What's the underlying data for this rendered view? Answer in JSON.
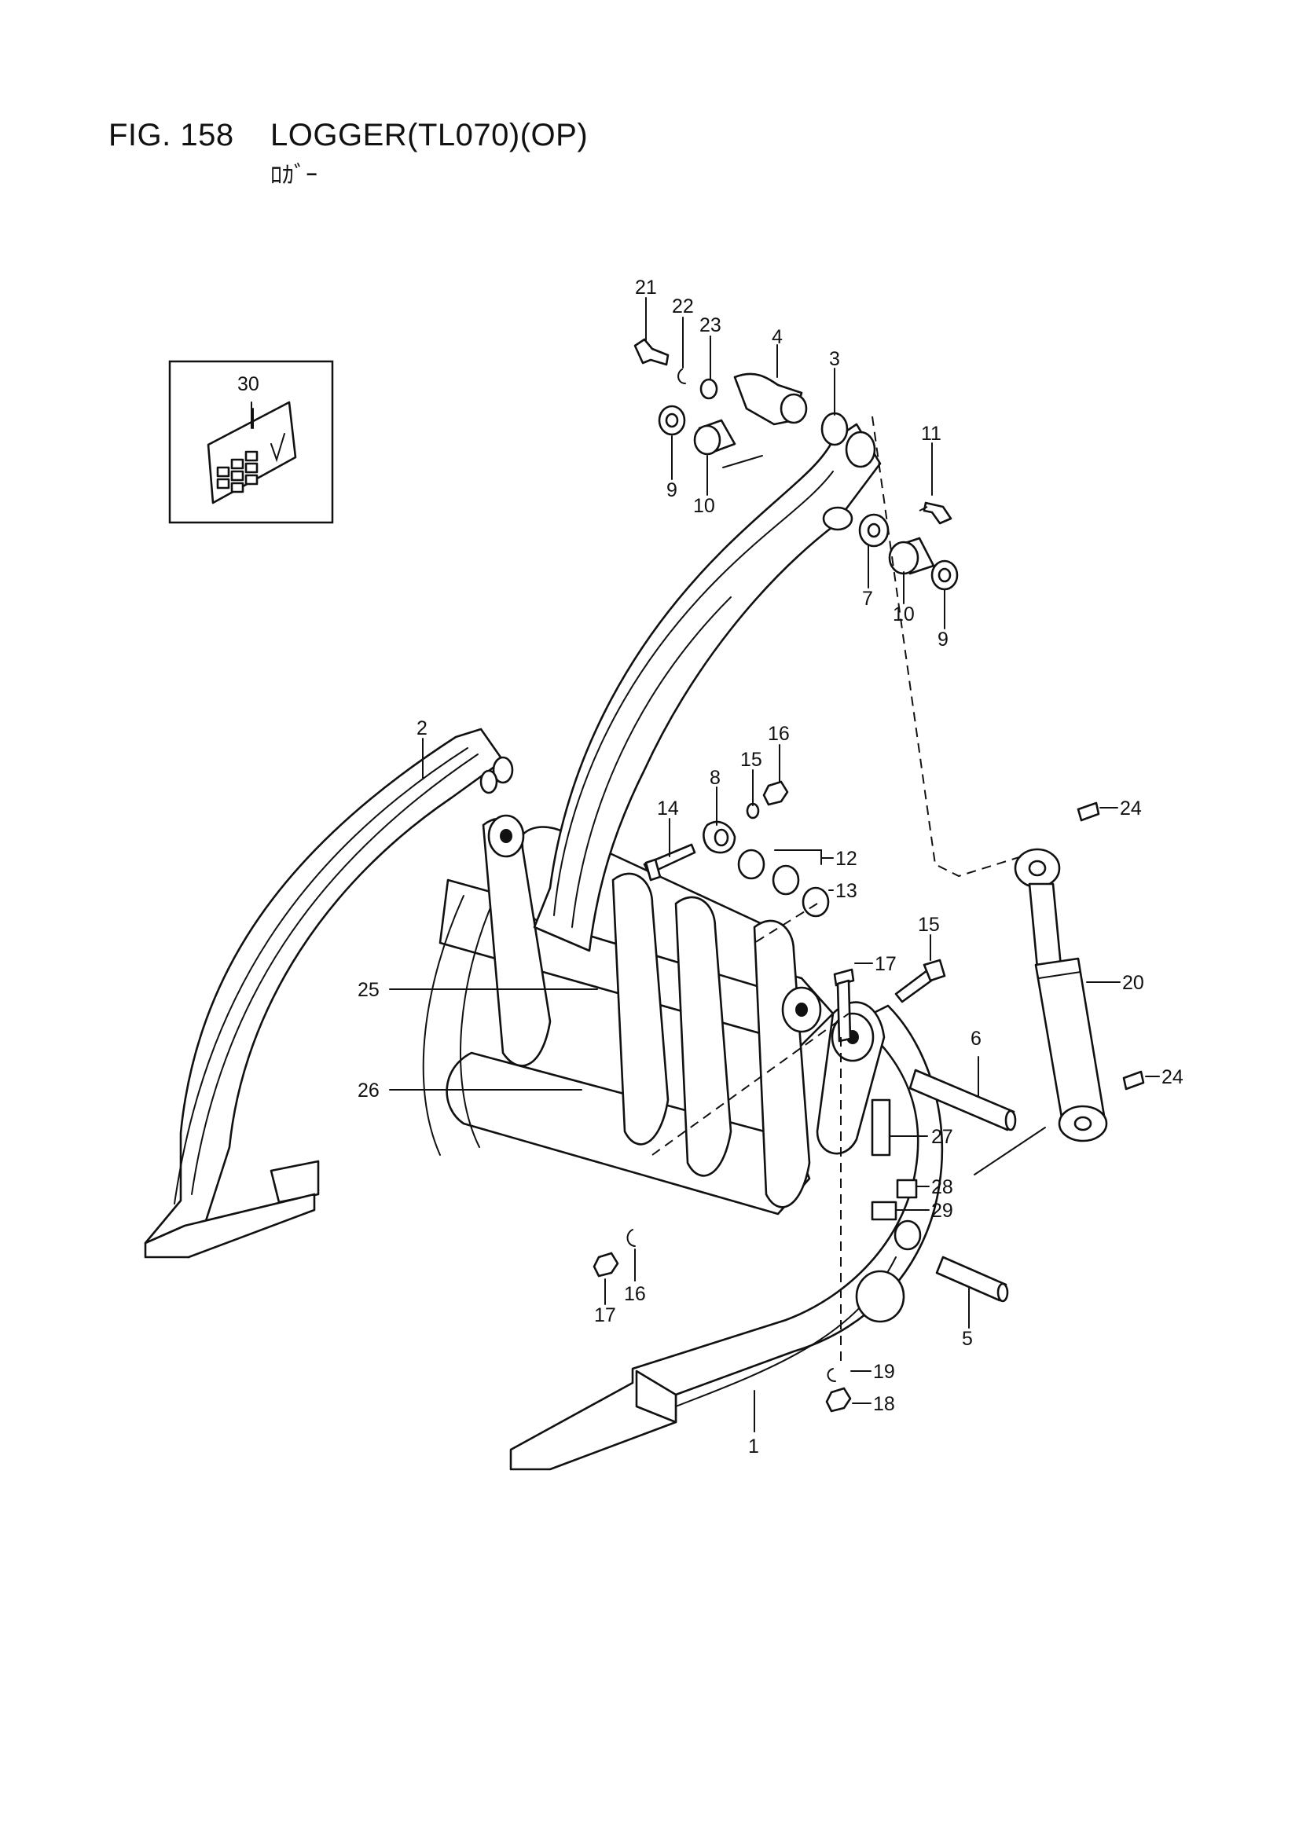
{
  "figure": {
    "number": "FIG. 158",
    "name": "LOGGER(TL070)(OP)",
    "subtitle": "ﾛｶﾞｰ"
  },
  "callouts": [
    {
      "id": "c1",
      "label": "1"
    },
    {
      "id": "c2",
      "label": "2"
    },
    {
      "id": "c3",
      "label": "3"
    },
    {
      "id": "c4",
      "label": "4"
    },
    {
      "id": "c5",
      "label": "5"
    },
    {
      "id": "c6",
      "label": "6"
    },
    {
      "id": "c7",
      "label": "7"
    },
    {
      "id": "c8",
      "label": "8"
    },
    {
      "id": "c9a",
      "label": "9"
    },
    {
      "id": "c9b",
      "label": "9"
    },
    {
      "id": "c10a",
      "label": "10"
    },
    {
      "id": "c10b",
      "label": "10"
    },
    {
      "id": "c11",
      "label": "11"
    },
    {
      "id": "c12",
      "label": "12"
    },
    {
      "id": "c13",
      "label": "13"
    },
    {
      "id": "c14a",
      "label": "14"
    },
    {
      "id": "c14b",
      "label": "14"
    },
    {
      "id": "c15a",
      "label": "15"
    },
    {
      "id": "c15b",
      "label": "15"
    },
    {
      "id": "c16a",
      "label": "16"
    },
    {
      "id": "c16b",
      "label": "16"
    },
    {
      "id": "c17",
      "label": "17"
    },
    {
      "id": "c18",
      "label": "18"
    },
    {
      "id": "c19",
      "label": "19"
    },
    {
      "id": "c20",
      "label": "20"
    },
    {
      "id": "c21",
      "label": "21"
    },
    {
      "id": "c22",
      "label": "22"
    },
    {
      "id": "c23",
      "label": "23"
    },
    {
      "id": "c24a",
      "label": "24"
    },
    {
      "id": "c24b",
      "label": "24"
    },
    {
      "id": "c25",
      "label": "25"
    },
    {
      "id": "c26",
      "label": "26"
    },
    {
      "id": "c27",
      "label": "27"
    },
    {
      "id": "c28",
      "label": "28"
    },
    {
      "id": "c29",
      "label": "29"
    },
    {
      "id": "c30",
      "label": "30"
    }
  ]
}
